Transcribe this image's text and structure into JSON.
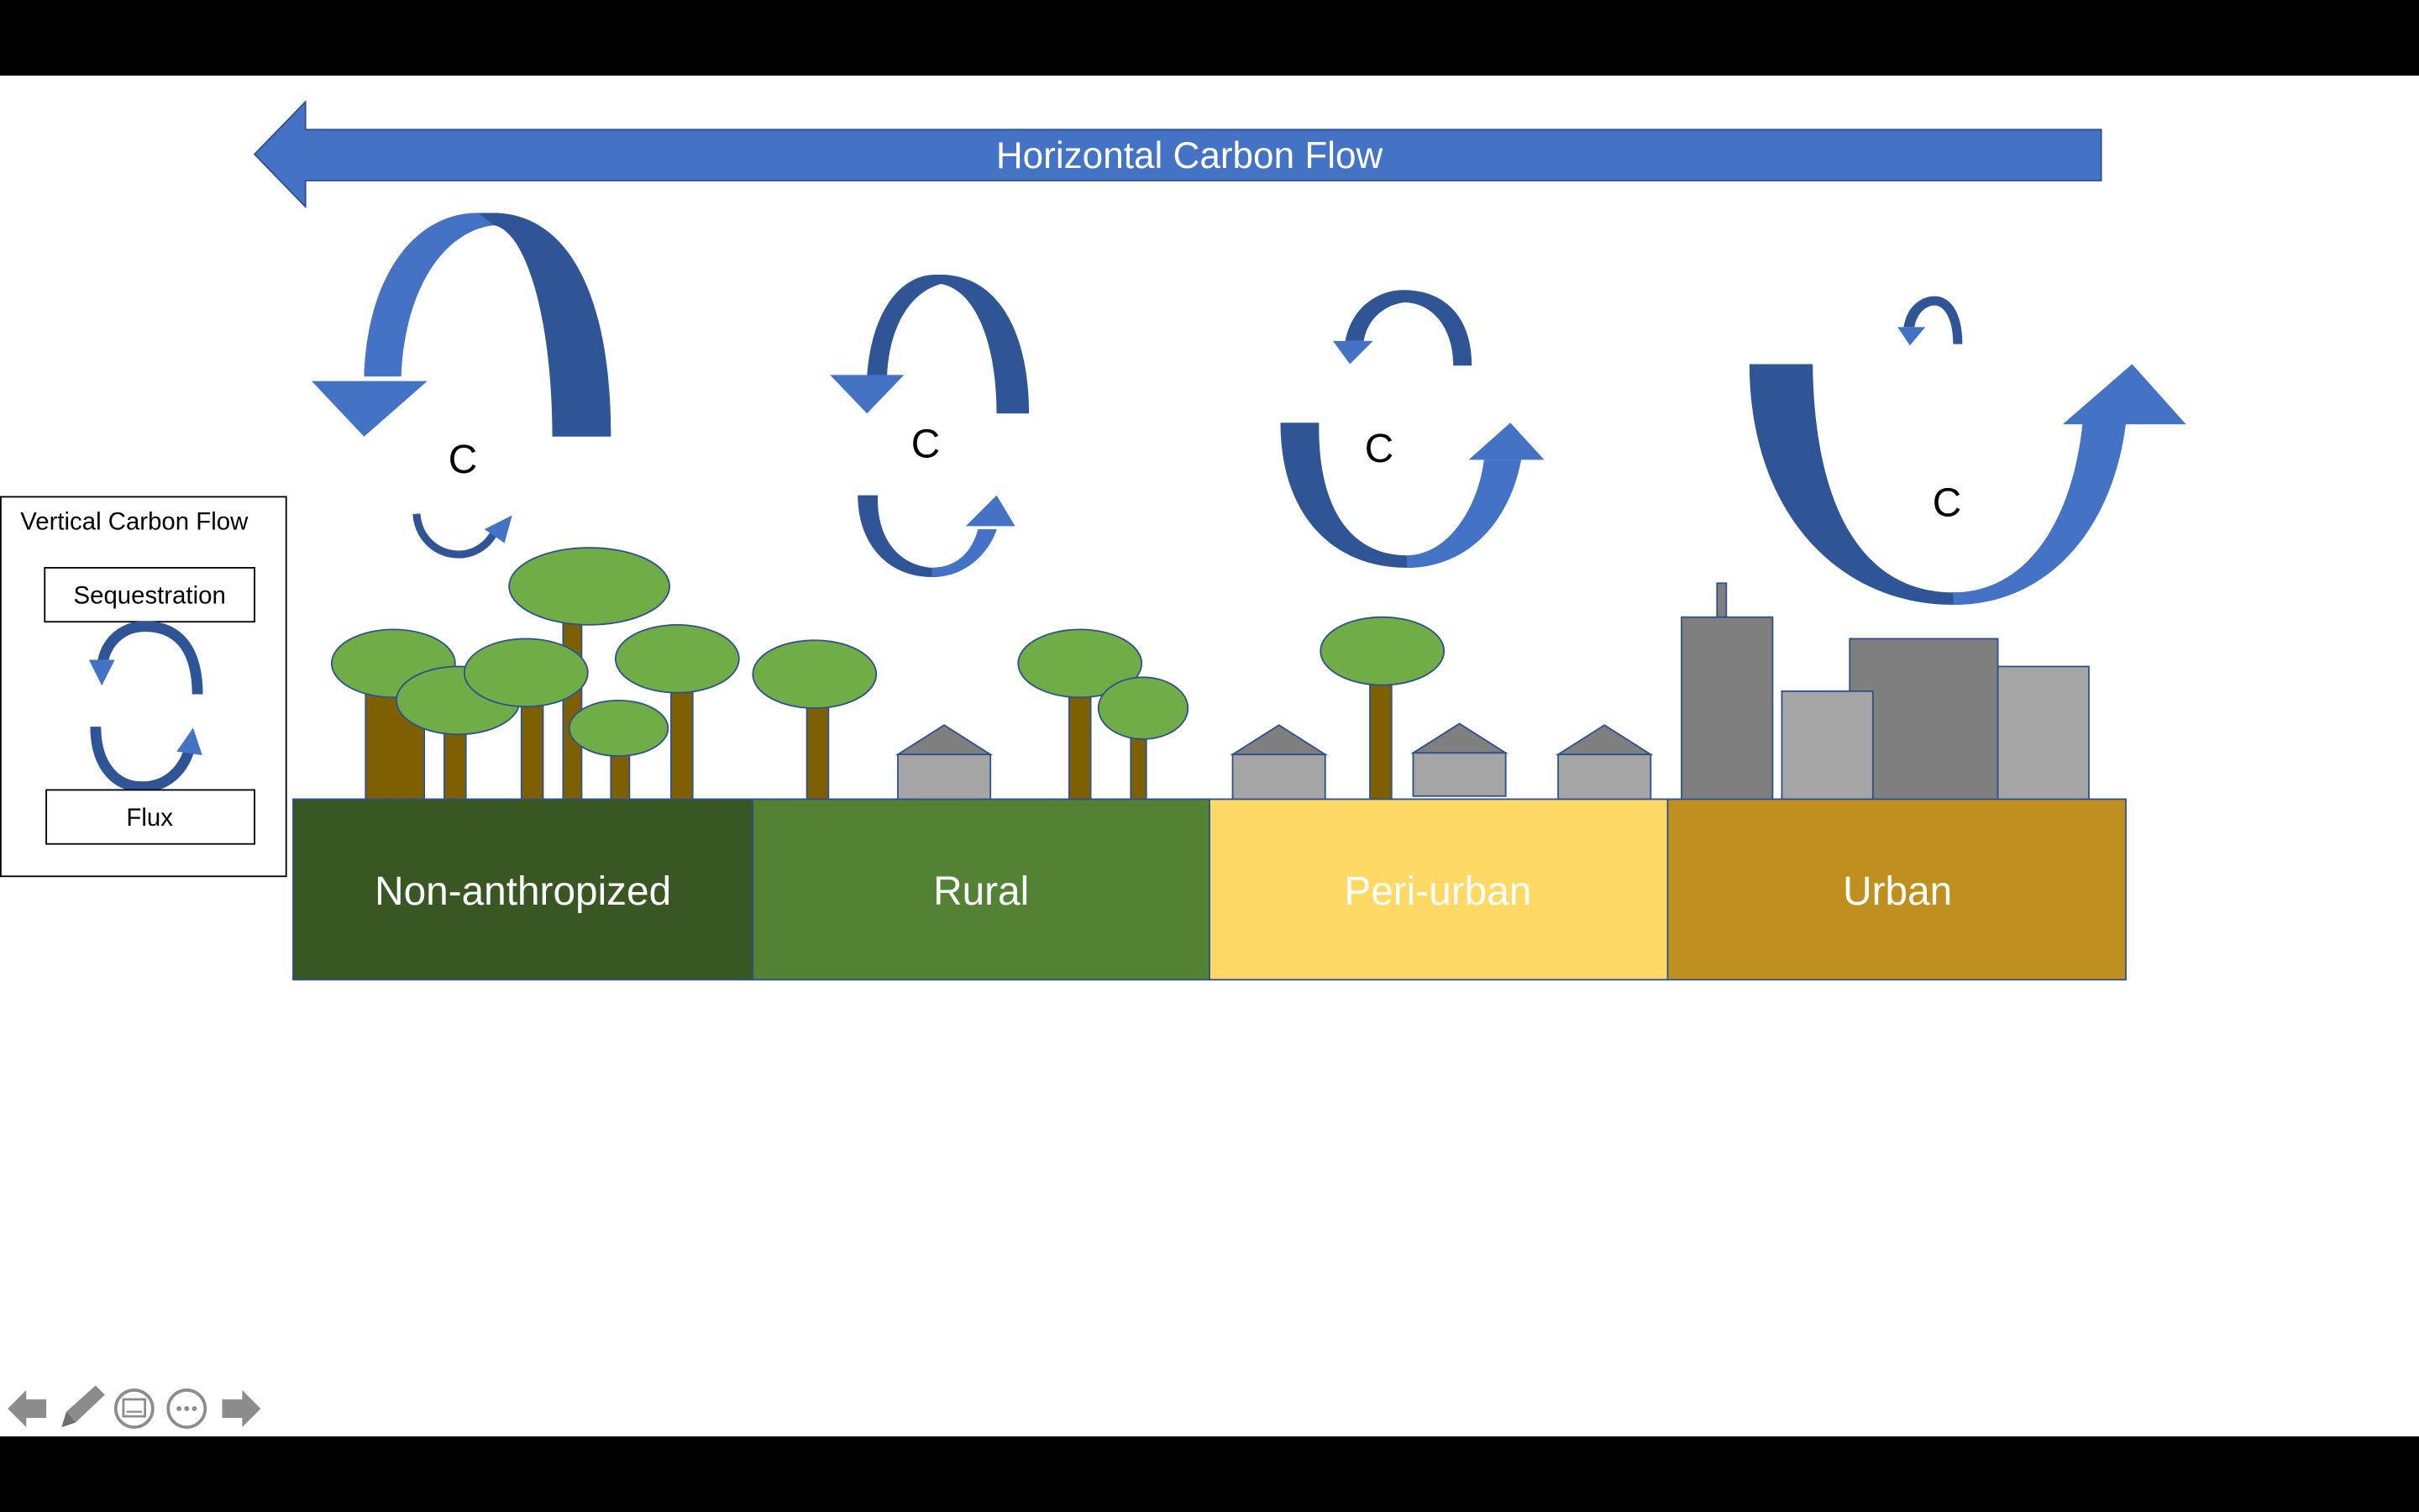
{
  "slide": {
    "horizontal_flow_label": "Horizontal Carbon Flow",
    "carbon_symbol": "C",
    "zones": [
      {
        "label": "Non-anthropized",
        "color": "#385723"
      },
      {
        "label": "Rural",
        "color": "#548235"
      },
      {
        "label": "Peri-urban",
        "color": "#FFD966"
      },
      {
        "label": "Urban",
        "color": "#BF9020"
      }
    ],
    "legend": {
      "title": "Vertical Carbon Flow",
      "top_label": "Sequestration",
      "bottom_label": "Flux"
    }
  },
  "colors": {
    "arrow_blue": "#4472C4",
    "arrow_dark": "#2F5597",
    "outline": "#2F528F",
    "tree_canopy": "#70AD47",
    "tree_trunk": "#7F6000",
    "building_dark": "#7F7F7F",
    "building_light": "#A5A5A5",
    "slide_bg": "#FFFFFF",
    "letterbox": "#000000",
    "nav_gray": "#8C8C8C"
  },
  "toolbar": {
    "icons": [
      "previous-icon",
      "pen-icon",
      "subtitles-icon",
      "more-options-icon",
      "next-icon"
    ]
  }
}
